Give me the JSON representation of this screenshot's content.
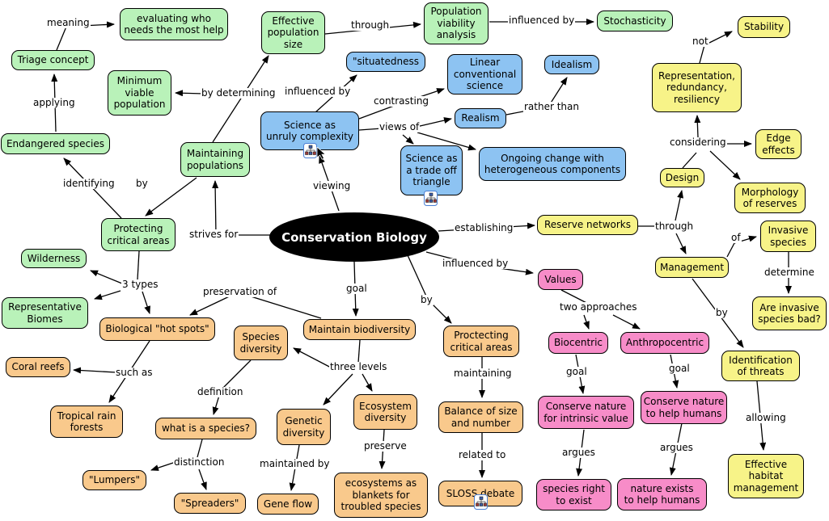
{
  "map_title": "Conservation Biology",
  "colors": {
    "green_node": "#b9f2b9",
    "blue_node": "#8dc3f2",
    "yellow_node": "#f7f388",
    "orange_node": "#f9c98c",
    "pink_node": "#f78cc8",
    "center_bg": "#000000",
    "center_text": "#ffffff",
    "line": "#000000"
  },
  "center": {
    "label": "Conservation Biology"
  },
  "nodes": {
    "evaluating": {
      "label": "evaluating who\nneeds the most help"
    },
    "triage": {
      "label": "Triage concept"
    },
    "minviable": {
      "label": "Minimum\nviable\npopulation"
    },
    "endangered": {
      "label": "Endangered species"
    },
    "maintainingpop": {
      "label": "Maintaining\npopulations"
    },
    "effpopsize": {
      "label": "Effective\npopulation\nsize"
    },
    "pva": {
      "label": "Population\nviability\nanalysis"
    },
    "stochasticity": {
      "label": "Stochasticity"
    },
    "protectingcrit": {
      "label": "Protecting\ncritical areas"
    },
    "wilderness": {
      "label": "Wilderness"
    },
    "repbiomes": {
      "label": "Representative\nBiomes"
    },
    "situatedness": {
      "label": "\"situatedness"
    },
    "linearconv": {
      "label": "Linear\nconventional\nscience"
    },
    "idealism": {
      "label": "Idealism"
    },
    "realism": {
      "label": "Realism"
    },
    "unruly": {
      "label": "Science as\nunruly complexity"
    },
    "tradeoff": {
      "label": "Science as\na trade off\ntriangle"
    },
    "ongoing": {
      "label": "Ongoing change with\nheterogeneous components"
    },
    "stability": {
      "label": "Stability"
    },
    "rrr": {
      "label": "Representation,\nredundancy,\nresiliency"
    },
    "edgeeffects": {
      "label": "Edge\neffects"
    },
    "design": {
      "label": "Design"
    },
    "morphology": {
      "label": "Morphology\nof reserves"
    },
    "reservenet": {
      "label": "Reserve networks"
    },
    "invasive": {
      "label": "Invasive\nspecies"
    },
    "management": {
      "label": "Management"
    },
    "invasivebad": {
      "label": "Are invasive\nspecies bad?"
    },
    "idthreats": {
      "label": "Identification\nof threats"
    },
    "effhabitat": {
      "label": "Effective\nhabitat\nmanagement"
    },
    "values": {
      "label": "Values"
    },
    "biocentric": {
      "label": "Biocentric"
    },
    "anthropocentric": {
      "label": "Anthropocentric"
    },
    "intrinsic": {
      "label": "Conserve nature\nfor intrinsic value"
    },
    "helphumans": {
      "label": "Conserve nature\nto help humans"
    },
    "speciesright": {
      "label": "species right\nto exist"
    },
    "natureexists": {
      "label": "nature exists\nto help humans"
    },
    "hotspots": {
      "label": "Biological \"hot spots\""
    },
    "coralreefs": {
      "label": "Coral reefs"
    },
    "tropical": {
      "label": "Tropical rain\nforests"
    },
    "speciesdiv": {
      "label": "Species\ndiversity"
    },
    "maintainbio": {
      "label": "Maintain biodiversity"
    },
    "proctecting": {
      "label": "Proctecting\ncritical areas"
    },
    "whatspecies": {
      "label": "what is a species?"
    },
    "lumpers": {
      "label": "\"Lumpers\""
    },
    "spreaders": {
      "label": "\"Spreaders\""
    },
    "geneticdiv": {
      "label": "Genetic\ndiversity"
    },
    "geneflow": {
      "label": "Gene flow"
    },
    "ecodiv": {
      "label": "Ecosystem\ndiversity"
    },
    "ecoblankets": {
      "label": "ecosystems as\nblankets for\ntroubled species"
    },
    "balance": {
      "label": "Balance of size\nand number"
    },
    "sloss": {
      "label": "SLOSS debate"
    }
  },
  "edge_labels": {
    "meaning": "meaning",
    "applying": "applying",
    "by_determining": "by determining",
    "identifying": "identifying",
    "by_1": "by",
    "through_1": "through",
    "influenced_by_1": "influenced by",
    "influenced_by_2": "influenced by",
    "contrasting": "contrasting",
    "views_of": "views of",
    "rather_than": "rather than",
    "not_label": "not",
    "considering": "considering",
    "viewing": "viewing",
    "strives_for": "strives for",
    "establishing": "establishing",
    "through_2": "through",
    "influenced_by_3": "influenced by",
    "of_label": "of",
    "determine": "determine",
    "three_types": "3 types",
    "preservation_of": "preservation of",
    "goal_1": "goal",
    "by_2": "by",
    "two_approaches": "two approaches",
    "by_3": "by",
    "such_as": "such as",
    "definition": "definition",
    "three_levels": "three levels",
    "maintaining": "maintaining",
    "goal_2": "goal",
    "goal_3": "goal",
    "distinction": "distinction",
    "maintained_by": "maintained by",
    "preserve": "preserve",
    "related_to": "related to",
    "allowing": "allowing",
    "argues_1": "argues",
    "argues_2": "argues"
  },
  "icons": {
    "concept_map_icon": "concept-map-resource",
    "cursor_icon": "mouse-pointer"
  }
}
